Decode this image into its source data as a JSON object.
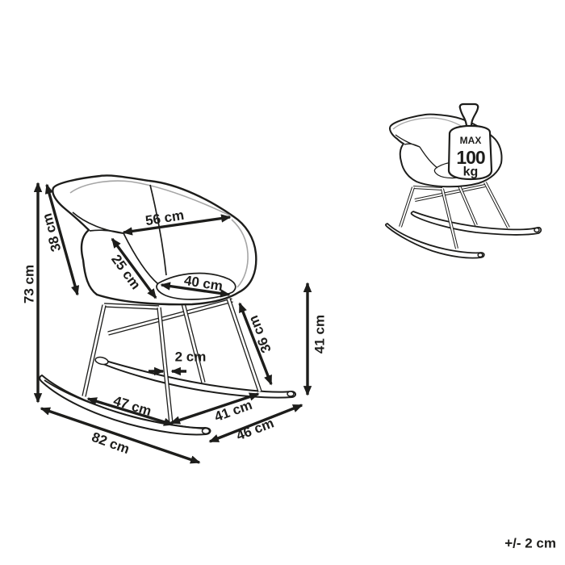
{
  "sheet": {
    "background": "#ffffff",
    "line_color": "#1d1d1b",
    "secondary_line_color": "#a6a6a6",
    "tolerance_note": "+/- 2 cm"
  },
  "dimensions": {
    "overall_height": "73 cm",
    "backrest_height": "38 cm",
    "back_width": "56 cm",
    "backrest_depth": "25 cm",
    "seat_width": "40 cm",
    "leg_length": "36 cm",
    "seat_height": "41 cm",
    "runner_thickness": "2 cm",
    "runner_inner_span": "47 cm",
    "runner_rear_span": "41 cm",
    "runner_length": "82 cm",
    "runner_rear_length": "46 cm"
  },
  "weight_limit": {
    "prefix": "MAX",
    "value": "100",
    "unit": "kg"
  }
}
